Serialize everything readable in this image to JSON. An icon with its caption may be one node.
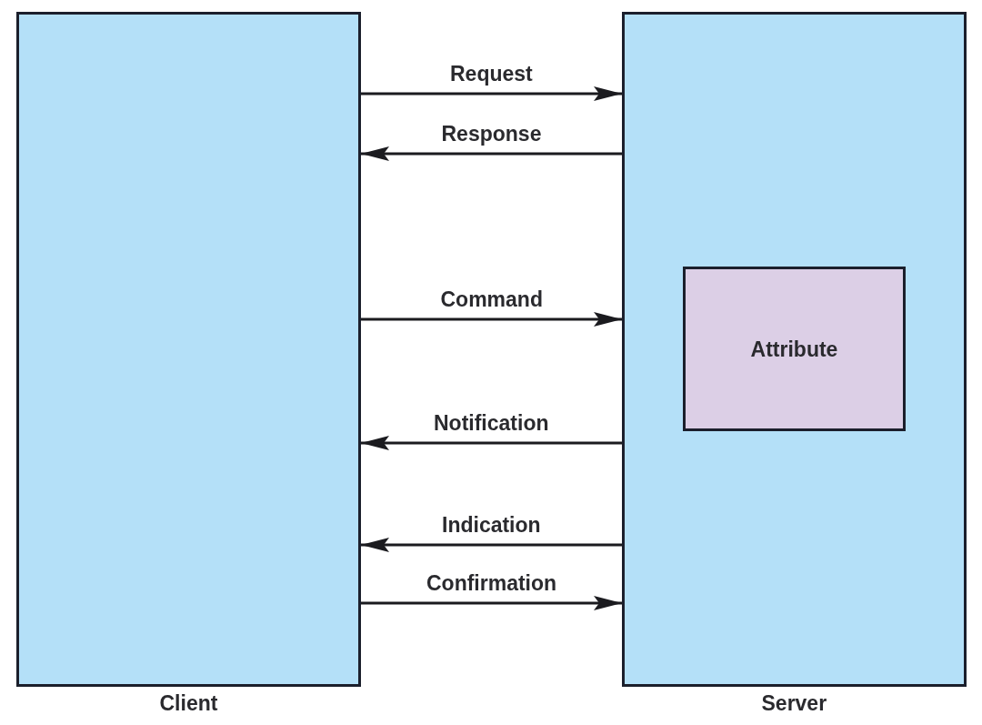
{
  "diagram": {
    "nodes": [
      {
        "text": [
          "Client"
        ]
      },
      {
        "text": [
          "Server"
        ]
      },
      {
        "text": [
          "Attribute"
        ],
        "in": 1
      }
    ],
    "edges": [
      {
        "from": 0,
        "to": 1,
        "arrow": "to",
        "label": "Request"
      },
      {
        "from": 1,
        "to": 0,
        "arrow": "to",
        "label": "Response"
      },
      {
        "from": 0,
        "to": 1,
        "arrow": "to",
        "label": "Command"
      },
      {
        "from": 1,
        "to": 0,
        "arrow": "to",
        "label": "Notification"
      },
      {
        "from": 1,
        "to": 0,
        "arrow": "to",
        "label": "Indication"
      },
      {
        "from": 0,
        "to": 1,
        "arrow": "to",
        "label": "Confirmation"
      }
    ]
  }
}
